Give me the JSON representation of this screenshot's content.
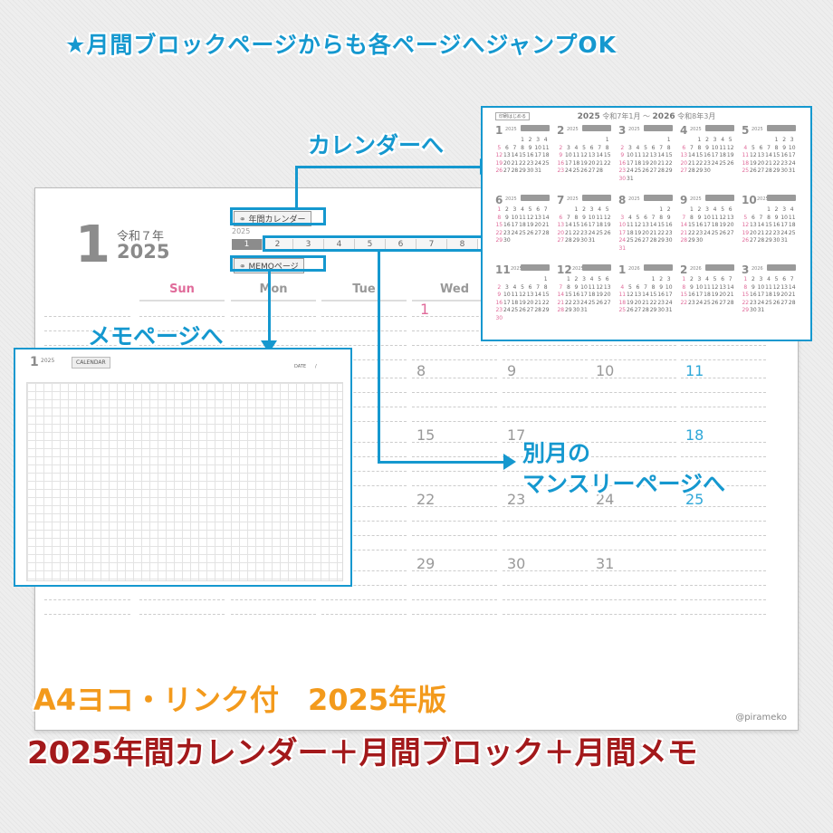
{
  "headline": "★月間ブロックページからも各ページへジャンプOK",
  "callouts": {
    "calendar": "カレンダーへ",
    "memo": "メモページへ",
    "monthly_line1": "別月の",
    "monthly_line2": "マンスリーページへ"
  },
  "monthly_page": {
    "month": "1",
    "era": "令和７年",
    "year": "2025",
    "link_annual": "年間カレンダー",
    "link_memo": "MEMOページ",
    "strip_year": "2025",
    "strip_months": [
      "1",
      "2",
      "3",
      "4",
      "5",
      "6",
      "7",
      "8"
    ],
    "weekdays": [
      "Sun",
      "Mon",
      "Tue",
      "Wed"
    ],
    "days": [
      {
        "label": "1",
        "style": "sun"
      },
      {
        "label": "8",
        "style": "normal"
      },
      {
        "label": "9",
        "style": "normal"
      },
      {
        "label": "10",
        "style": "normal"
      },
      {
        "label": "11",
        "style": "holiday"
      },
      {
        "label": "15",
        "style": "normal"
      },
      {
        "label": "17",
        "style": "normal"
      },
      {
        "label": "18",
        "style": "holiday"
      },
      {
        "label": "22",
        "style": "normal"
      },
      {
        "label": "23",
        "style": "normal"
      },
      {
        "label": "24",
        "style": "normal"
      },
      {
        "label": "25",
        "style": "holiday"
      },
      {
        "label": "29",
        "style": "normal"
      },
      {
        "label": "30",
        "style": "normal"
      },
      {
        "label": "31",
        "style": "normal"
      }
    ],
    "brand": "@pirameko"
  },
  "year_calendar": {
    "button": "印刷はじめる",
    "year": "2025",
    "era_from": "令和7年1月",
    "separator": "〜",
    "year_to": "2026",
    "era_to": "令和8年3月",
    "months": [
      {
        "num": "1",
        "year": "2025",
        "start": 3,
        "days": 31
      },
      {
        "num": "2",
        "year": "2025",
        "start": 6,
        "days": 28
      },
      {
        "num": "3",
        "year": "2025",
        "start": 6,
        "days": 31
      },
      {
        "num": "4",
        "year": "2025",
        "start": 2,
        "days": 30
      },
      {
        "num": "5",
        "year": "2025",
        "start": 4,
        "days": 31
      },
      {
        "num": "6",
        "year": "2025",
        "start": 0,
        "days": 30
      },
      {
        "num": "7",
        "year": "2025",
        "start": 2,
        "days": 31
      },
      {
        "num": "8",
        "year": "2025",
        "start": 5,
        "days": 31
      },
      {
        "num": "9",
        "year": "2025",
        "start": 1,
        "days": 30
      },
      {
        "num": "10",
        "year": "2025",
        "start": 3,
        "days": 31
      },
      {
        "num": "11",
        "year": "2025",
        "start": 6,
        "days": 30
      },
      {
        "num": "12",
        "year": "2025",
        "start": 1,
        "days": 31
      },
      {
        "num": "1",
        "year": "2026",
        "start": 4,
        "days": 31
      },
      {
        "num": "2",
        "year": "2026",
        "start": 0,
        "days": 28
      },
      {
        "num": "3",
        "year": "2026",
        "start": 0,
        "days": 31
      }
    ]
  },
  "memo_page": {
    "month": "1",
    "year": "2025",
    "calendar_link": "CALENDAR",
    "date_label": "DATE　　/"
  },
  "subtitle1": "A4ヨコ・リンク付　2025年版",
  "subtitle2": "2025年間カレンダー＋月間ブロック＋月間メモ"
}
